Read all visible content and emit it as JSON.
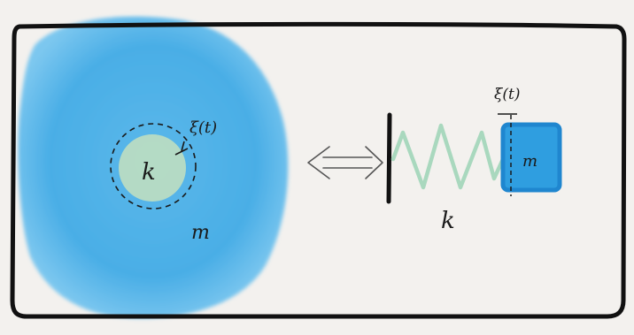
{
  "left_panel": {
    "inner_label": "k",
    "outer_label": "m",
    "displacement_label": "ξ(t)"
  },
  "equivalence_symbol": "⟺",
  "right_panel": {
    "spring_label": "k",
    "mass_label": "m",
    "displacement_label": "ξ(t)"
  },
  "colors": {
    "frame": "#111111",
    "mass_blue": "#3ea7e0",
    "core_green": "#b9dcc3",
    "spring_green": "#a9d8be",
    "box_fill": "#2f9ee0",
    "box_border": "#1f86cf"
  }
}
